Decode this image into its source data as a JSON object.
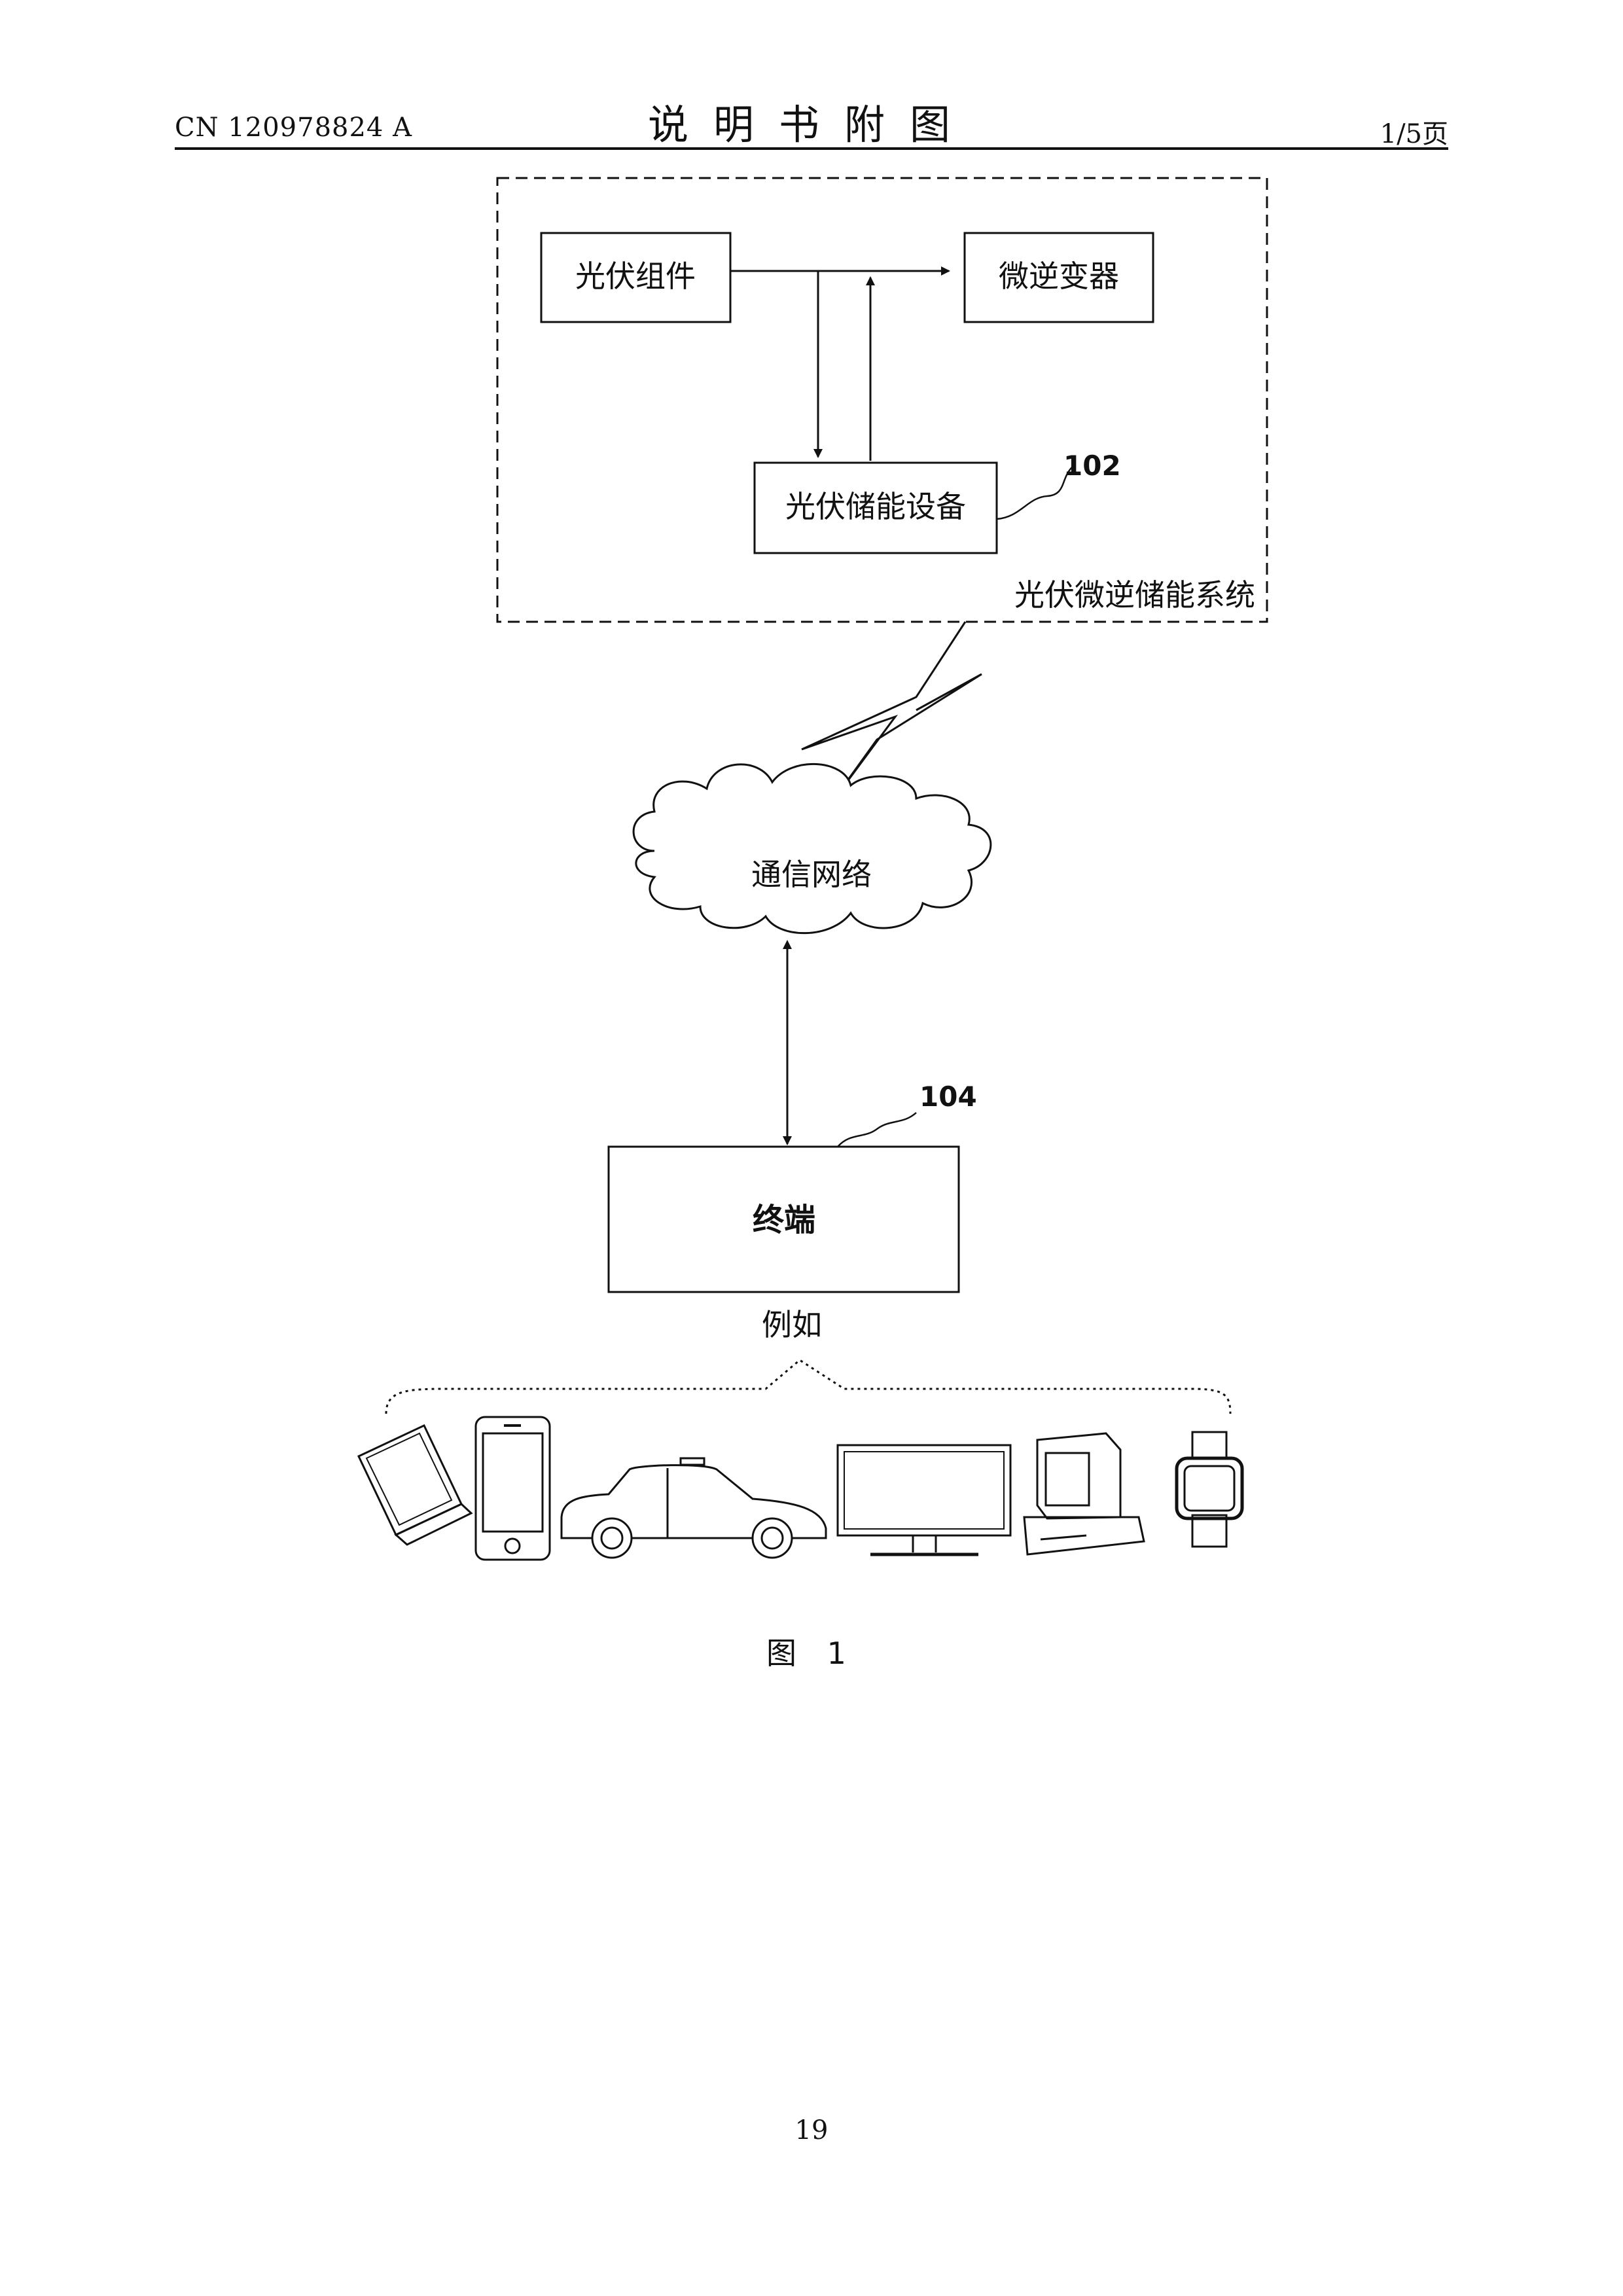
{
  "header": {
    "doc_number": "CN 120978824 A",
    "title": "说明书附图",
    "page_of": "1/5页"
  },
  "diagram": {
    "pv_module": "光伏组件",
    "micro_inverter": "微逆变器",
    "pv_storage_device": "光伏储能设备",
    "ref_102": "102",
    "system_label": "光伏微逆储能系统",
    "network": "通信网络",
    "ref_104": "104",
    "terminal": "终端",
    "example": "例如",
    "devices": [
      "laptop-icon",
      "smartphone-icon",
      "car-icon",
      "monitor-icon",
      "desktop-computer-icon",
      "smartwatch-icon"
    ]
  },
  "caption": "图 1",
  "page_number": "19"
}
